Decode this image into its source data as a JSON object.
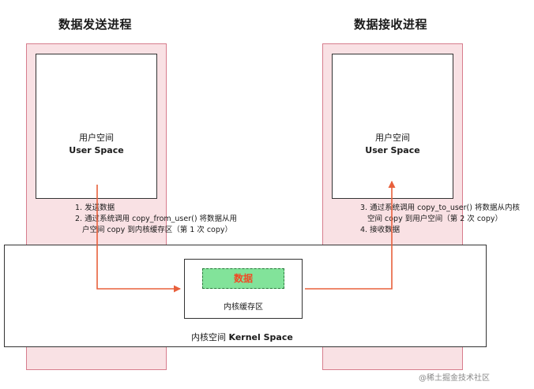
{
  "sender": {
    "title": "数据发送进程",
    "user_space_cn": "用户空间",
    "user_space_en": "User Space",
    "notes": [
      "1. 发送数据",
      "2. 通过系统调用 copy_from_user() 将数据从用",
      "户空间 copy 到内核缓存区（第 1 次 copy）"
    ]
  },
  "receiver": {
    "title": "数据接收进程",
    "user_space_cn": "用户空间",
    "user_space_en": "User Space",
    "notes": [
      "3. 通过系统调用 copy_to_user() 将数据从内核",
      "空间 copy 到用户空间（第 2 次 copy）",
      "4. 接收数据"
    ]
  },
  "kernel": {
    "label_cn": "内核空间",
    "label_en": "Kernel Space",
    "buffer_label": "内核缓存区",
    "data_label": "数据"
  },
  "colors": {
    "process_fill": "#f9e1e4",
    "process_border": "#d77d8d",
    "arrow": "#e8603c",
    "data_fill": "#82e39a",
    "data_text": "#f04a25"
  },
  "watermark": "@稀土掘金技术社区"
}
